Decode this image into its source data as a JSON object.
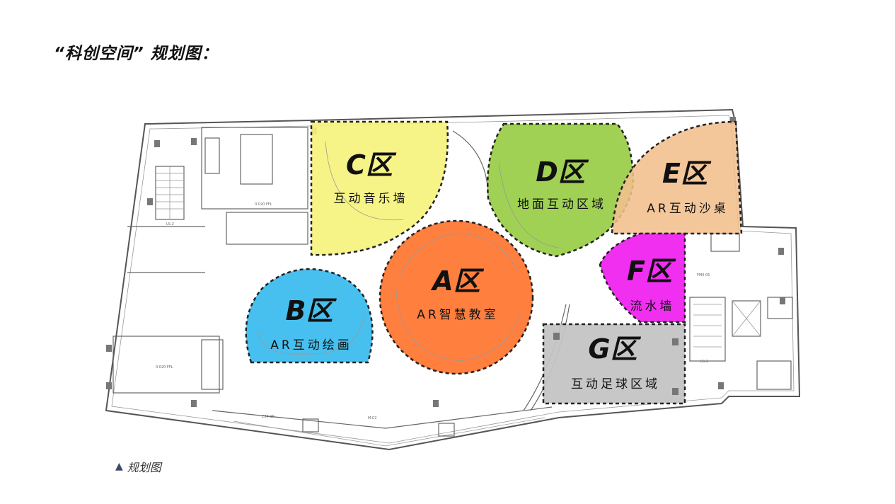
{
  "header": {
    "title": "“科创空间” 规划图："
  },
  "caption": {
    "marker": "▲",
    "text": "规划图"
  },
  "zones": {
    "A": {
      "letter": "A区",
      "label": "AR智慧教室",
      "color": "#ff7f3f"
    },
    "B": {
      "letter": "B区",
      "label": "AR互动绘画",
      "color": "#47c0ef"
    },
    "C": {
      "letter": "C区",
      "label": "互动音乐墙",
      "color": "#f5f27d"
    },
    "D": {
      "letter": "D区",
      "label": "地面互动区域",
      "color": "#9bcf4b"
    },
    "E": {
      "letter": "E区",
      "label": "AR互动沙桌",
      "color": "#f3bf8d"
    },
    "F": {
      "letter": "F区",
      "label": "流水墙",
      "color": "#f02ff0"
    },
    "G": {
      "letter": "G区",
      "label": "互动足球区域",
      "color": "#c4c4c4"
    }
  }
}
